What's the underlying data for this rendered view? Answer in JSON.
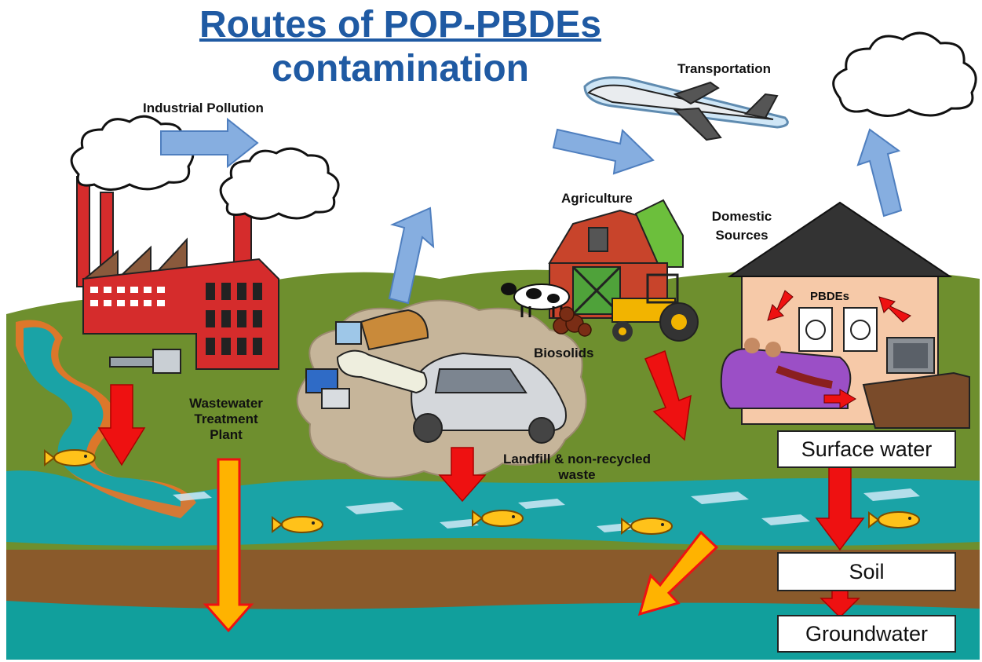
{
  "title": {
    "line1": "Routes of POP-PBDEs",
    "line2": "contamination"
  },
  "labels": {
    "industrial_pollution": "Industrial Pollution",
    "transportation": "Transportation",
    "agriculture": "Agriculture",
    "domestic_sources_1": "Domestic",
    "domestic_sources_2": "Sources",
    "pbdes": "PBDEs",
    "biosolids": "Biosolids",
    "wastewater_1": "Wastewater",
    "wastewater_2": "Treatment",
    "wastewater_3": "Plant",
    "landfill_1": "Landfill & non-recycled",
    "landfill_2": "waste"
  },
  "boxes": {
    "surface_water": "Surface water",
    "soil": "Soil",
    "groundwater": "Groundwater"
  },
  "colors": {
    "title": "#1f5aa3",
    "grass": "#6e8f2e",
    "river": "#1aa3a6",
    "soil": "#8a5a2b",
    "groundwater": "#119f9c",
    "red_arrow": "#ee1111",
    "yellow_arrow": "#ffb300",
    "blue_arrow": "#86aee0"
  }
}
